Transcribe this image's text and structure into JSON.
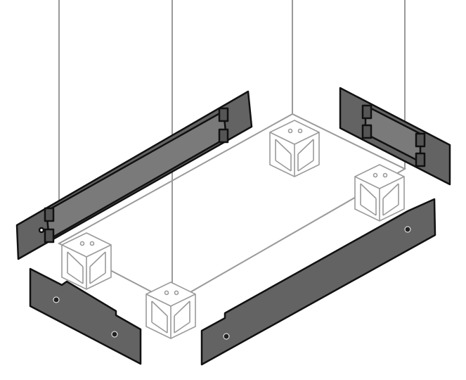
{
  "diagram": {
    "kind": "exploded-assembly",
    "colors": {
      "plate_fill": "#636363",
      "plate_flange": "#7a7a7a",
      "plate_stroke": "#111111",
      "frame_line": "#9a9a9a",
      "background": "#ffffff"
    },
    "parts": [
      "rear-left-plinth-panel",
      "rear-right-plinth-panel",
      "front-left-plinth-panel",
      "front-right-plinth-panel",
      "corner-cube-left",
      "corner-cube-front",
      "corner-cube-back",
      "corner-cube-right",
      "base-frame"
    ]
  }
}
